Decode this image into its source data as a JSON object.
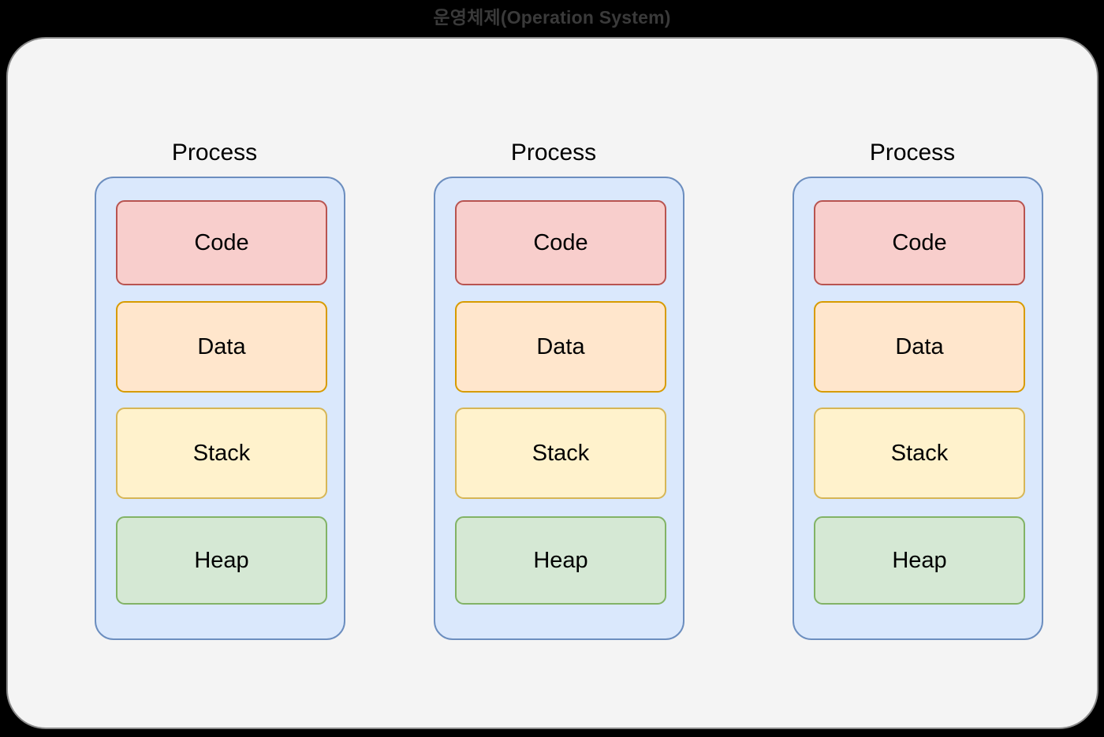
{
  "diagram": {
    "title": "운영체제(Operation System)",
    "background_color": "#000000",
    "container": {
      "name": "os-container",
      "fill": "#f4f4f4",
      "stroke": "#8a8a8a"
    },
    "palette": {
      "process_fill": "#dae8fc",
      "process_stroke": "#6c8ebf",
      "code_fill": "#f8cecc",
      "code_stroke": "#b85450",
      "data_fill": "#ffe6cc",
      "data_stroke": "#d79b00",
      "stack_fill": "#fff2cc",
      "stack_stroke": "#d6b656",
      "heap_fill": "#d5e8d4",
      "heap_stroke": "#82b366",
      "title_color": "#3a3a3a",
      "label_color": "#000000"
    },
    "processes": [
      {
        "label": "Process",
        "segments": [
          {
            "label": "Code"
          },
          {
            "label": "Data"
          },
          {
            "label": "Stack"
          },
          {
            "label": "Heap"
          }
        ]
      },
      {
        "label": "Process",
        "segments": [
          {
            "label": "Code"
          },
          {
            "label": "Data"
          },
          {
            "label": "Stack"
          },
          {
            "label": "Heap"
          }
        ]
      },
      {
        "label": "Process",
        "segments": [
          {
            "label": "Code"
          },
          {
            "label": "Data"
          },
          {
            "label": "Stack"
          },
          {
            "label": "Heap"
          }
        ]
      }
    ]
  }
}
